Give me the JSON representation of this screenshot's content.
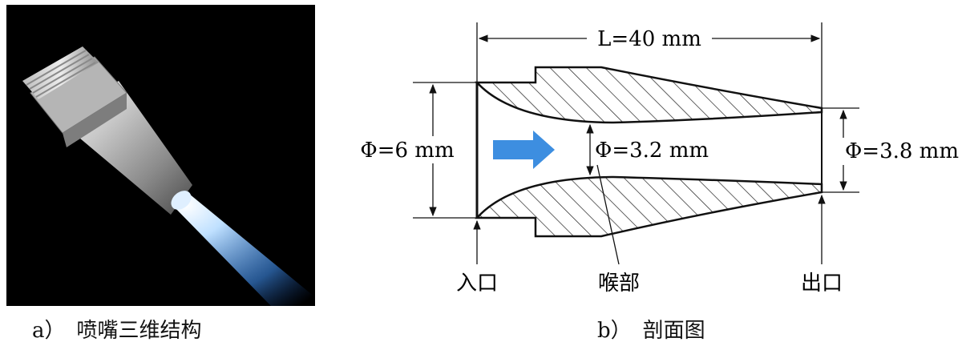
{
  "panel_a": {
    "caption_letter": "a）",
    "caption_text": "喷嘴三维结构"
  },
  "panel_b": {
    "caption_letter": "b）",
    "caption_text": "剖面图",
    "dimensions": {
      "length": "L=40 mm",
      "inlet_diameter": "Φ=6 mm",
      "throat_diameter": "Φ=3.2 mm",
      "outlet_diameter": "Φ=3.8 mm"
    },
    "labels": {
      "inlet": "入口",
      "throat": "喉部",
      "outlet": "出口"
    }
  },
  "colors": {
    "photo_background": "#000000",
    "flow_arrow": "#3d8ee0",
    "spray": "#8fc4ff",
    "hatch": "#222222"
  }
}
